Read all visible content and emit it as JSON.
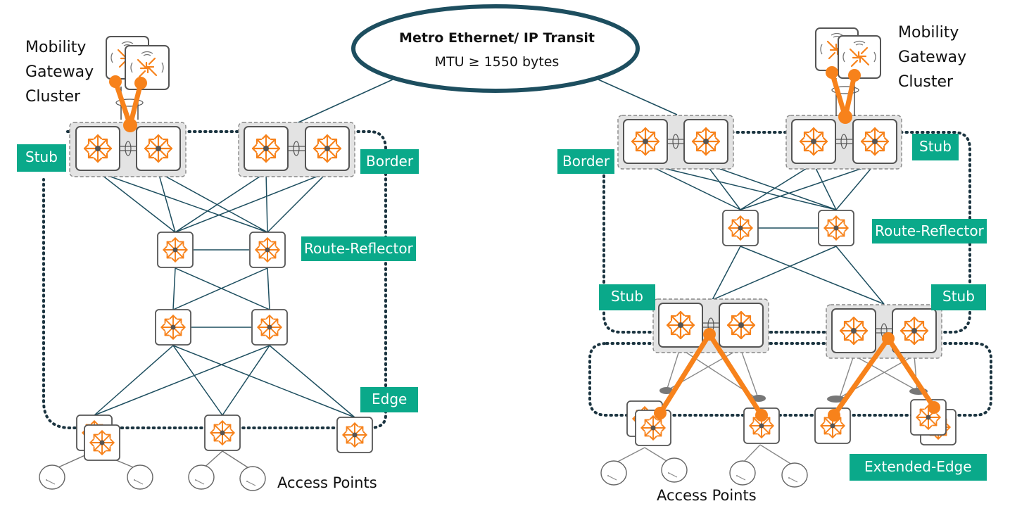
{
  "metro": {
    "title": "Metro Ethernet/ IP Transit",
    "subtitle": "MTU ≥ 1550 bytes"
  },
  "left": {
    "cluster_lines": [
      "Mobility",
      "Gateway",
      "Cluster"
    ],
    "labels": {
      "stub": "Stub",
      "border": "Border",
      "rr": "Route-Reflector",
      "edge": "Edge"
    },
    "access_points": "Access Points"
  },
  "right": {
    "cluster_lines": [
      "Mobility",
      "Gateway",
      "Cluster"
    ],
    "labels": {
      "border": "Border",
      "stub_top": "Stub",
      "rr": "Route-Reflector",
      "stub_left": "Stub",
      "stub_right": "Stub",
      "extended_edge": "Extended-Edge"
    },
    "access_points": "Access Points"
  },
  "colors": {
    "line": "#1d4e5f",
    "accent": "#f7821b",
    "label_bg": "#0aa98a",
    "ellipse": "#1d4e5f"
  },
  "icons": {
    "switch": "router-icon",
    "gateway": "gateway-icon",
    "access_point": "access-point-icon"
  }
}
